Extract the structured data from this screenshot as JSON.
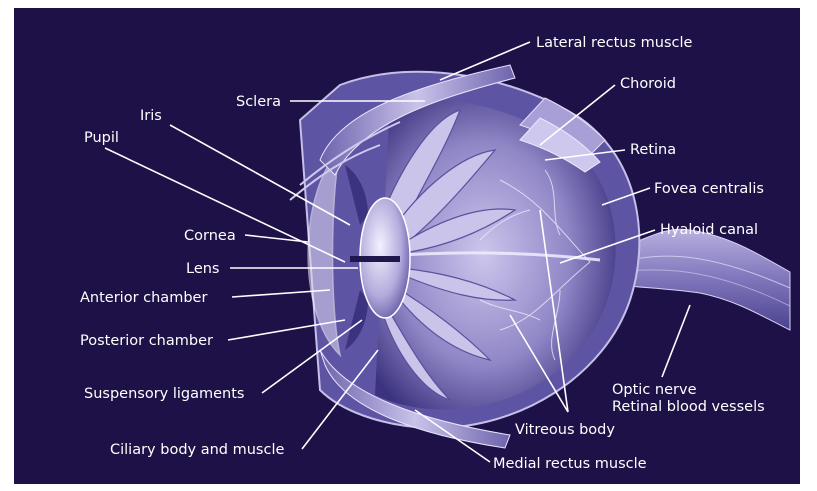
{
  "colors": {
    "background": "#1e1147",
    "eye_light": "#d9d4ee",
    "eye_mid": "#8f87c4",
    "eye_dark": "#433a86",
    "label_text": "#ffffff"
  },
  "labels": {
    "lateral_rectus_muscle": "Lateral rectus muscle",
    "choroid": "Choroid",
    "sclera": "Sclera",
    "iris": "Iris",
    "pupil": "Pupil",
    "retina": "Retina",
    "fovea_centralis": "Fovea centralis",
    "hyaloid_canal": "Hyaloid canal",
    "cornea": "Cornea",
    "lens": "Lens",
    "anterior_chamber": "Anterior chamber",
    "posterior_chamber": "Posterior chamber",
    "suspensory_ligaments": "Suspensory ligaments",
    "ciliary_body_and_muscle": "Ciliary body and muscle",
    "optic_nerve": "Optic nerve",
    "retinal_blood_vessels": "Retinal blood vessels",
    "vitreous_body": "Vitreous body",
    "medial_rectus_muscle": "Medial rectus muscle"
  }
}
